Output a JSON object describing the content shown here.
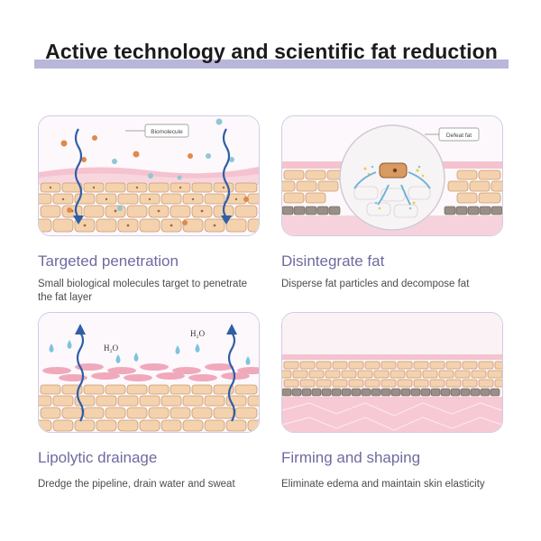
{
  "headline": "Active technology and scientific fat reduction",
  "panels": [
    {
      "title": "Targeted penetration",
      "description": "Small biological molecules target to penetrate the fat layer",
      "label": "Biomolecule"
    },
    {
      "title": "Disintegrate fat",
      "description": "Disperse fat particles and decompose fat",
      "label": "Defeat fat"
    },
    {
      "title": "Lipolytic drainage",
      "description": "Dredge the pipeline, drain water and sweat",
      "label_left": "H₂O",
      "label_right": "H₂O"
    },
    {
      "title": "Firming and shaping",
      "description": "Eliminate edema and maintain skin elasticity"
    }
  ],
  "colors": {
    "accent": "#6e6aa0",
    "bar": "#b9b6dc",
    "skin_pink": "#f2b8c6",
    "fat_cell": "#f4d2ad",
    "arrow_blue": "#2f5fa6",
    "droplet": "#7ec3e0",
    "molecule_orange": "#e0894a"
  }
}
